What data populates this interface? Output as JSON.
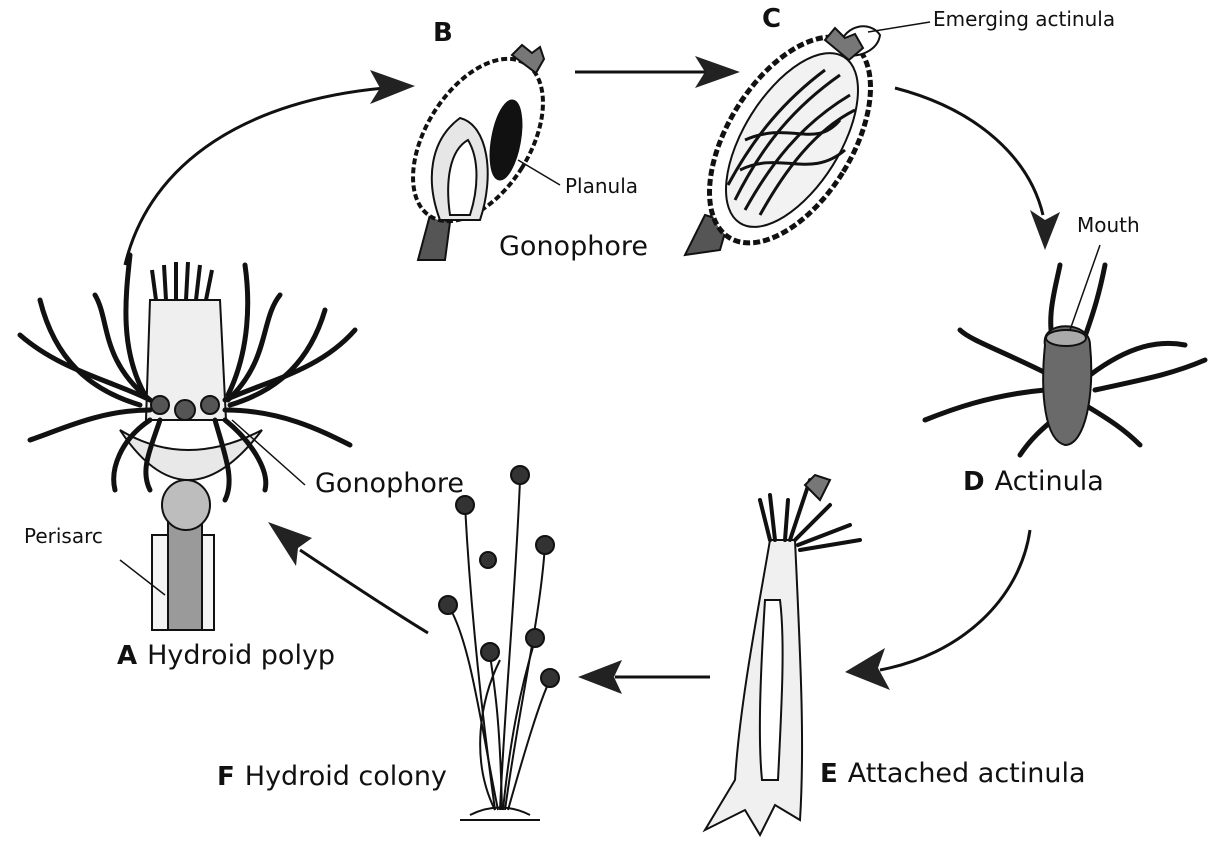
{
  "stages": {
    "a": {
      "letter": "A",
      "name": "Hydroid polyp"
    },
    "b": {
      "letter": "B"
    },
    "c": {
      "letter": "C"
    },
    "d": {
      "letter": "D",
      "name": "Actinula"
    },
    "e": {
      "letter": "E",
      "name": "Attached actinula"
    },
    "f": {
      "letter": "F",
      "name": "Hydroid colony"
    }
  },
  "labels": {
    "emerging_actinula": "Emerging actinula",
    "planula": "Planula",
    "gonophore_top": "Gonophore",
    "mouth": "Mouth",
    "gonophore_polyp": "Gonophore",
    "perisarc": "Perisarc"
  },
  "colors": {
    "ink": "#111111",
    "fill": "#2a2a2a",
    "paper": "#ffffff"
  }
}
